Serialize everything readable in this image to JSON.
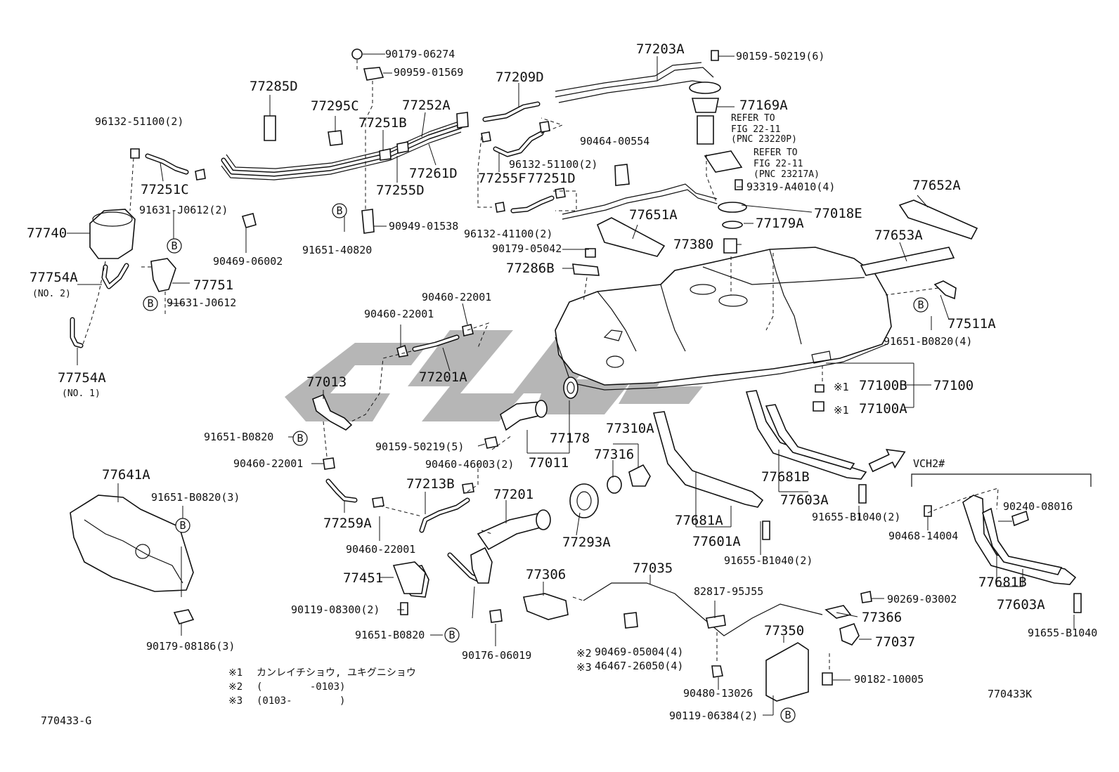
{
  "diagram": {
    "labels": [
      {
        "text": "77285D"
      },
      {
        "text": "77295C"
      },
      {
        "text": "77252A"
      },
      {
        "text": "77251B"
      },
      {
        "text": "77261D"
      },
      {
        "text": "77255D"
      },
      {
        "text": "77251C"
      },
      {
        "text": "77209D"
      },
      {
        "text": "77255F"
      },
      {
        "text": "77251D"
      },
      {
        "text": "77203A"
      },
      {
        "text": "77169A"
      },
      {
        "text": "77740"
      },
      {
        "text": "77754A"
      },
      {
        "text": "(NO. 2)"
      },
      {
        "text": "77754A"
      },
      {
        "text": "(NO. 1)"
      },
      {
        "text": "77751"
      },
      {
        "text": "77651A"
      },
      {
        "text": "77652A"
      },
      {
        "text": "77653A"
      },
      {
        "text": "77380"
      },
      {
        "text": "77179A"
      },
      {
        "text": "77018E"
      },
      {
        "text": "77286B"
      },
      {
        "text": "77511A"
      },
      {
        "text": "77013"
      },
      {
        "text": "77201A"
      },
      {
        "text": "77100B"
      },
      {
        "text": "77100"
      },
      {
        "text": "77100A"
      },
      {
        "text": "77178"
      },
      {
        "text": "77011"
      },
      {
        "text": "77310A"
      },
      {
        "text": "77316"
      },
      {
        "text": "77641A"
      },
      {
        "text": "77213B"
      },
      {
        "text": "77201"
      },
      {
        "text": "77293A"
      },
      {
        "text": "77681A"
      },
      {
        "text": "77601A"
      },
      {
        "text": "77681B"
      },
      {
        "text": "77603A"
      },
      {
        "text": "77259A"
      },
      {
        "text": "77451"
      },
      {
        "text": "77306"
      },
      {
        "text": "77035"
      },
      {
        "text": "77681B"
      },
      {
        "text": "77603A"
      },
      {
        "text": "77366"
      },
      {
        "text": "77350"
      },
      {
        "text": "77037"
      },
      {
        "text": "90179-06274"
      },
      {
        "text": "90959-01569"
      },
      {
        "text": "96132-51100(2)"
      },
      {
        "text": "91631-J0612(2)"
      },
      {
        "text": "90469-06002"
      },
      {
        "text": "91651-40820"
      },
      {
        "text": "90949-01538"
      },
      {
        "text": "96132-51100(2)"
      },
      {
        "text": "96132-41100(2)"
      },
      {
        "text": "90159-50219(6)"
      },
      {
        "text": "90464-00554"
      },
      {
        "text": "REFER TO"
      },
      {
        "text": "FIG 22-11"
      },
      {
        "text": "(PNC 23220P)"
      },
      {
        "text": "REFER TO"
      },
      {
        "text": "FIG 22-11"
      },
      {
        "text": "(PNC 23217A)"
      },
      {
        "text": "93319-A4010(4)"
      },
      {
        "text": "91631-J0612"
      },
      {
        "text": "90179-05042"
      },
      {
        "text": "90460-22001"
      },
      {
        "text": "90460-22001"
      },
      {
        "text": "91651-B0820(4)"
      },
      {
        "text": "91651-B0820"
      },
      {
        "text": "90159-50219(5)"
      },
      {
        "text": "90460-22001"
      },
      {
        "text": "90460-46003(2)"
      },
      {
        "text": "91651-B0820(3)"
      },
      {
        "text": "90460-22001"
      },
      {
        "text": "91655-B1040(2)"
      },
      {
        "text": "91655-B1040(2)"
      },
      {
        "text": "90240-08016"
      },
      {
        "text": "90468-14004"
      },
      {
        "text": "91655-B1040"
      },
      {
        "text": "90119-08300(2)"
      },
      {
        "text": "91651-B0820"
      },
      {
        "text": "90176-06019"
      },
      {
        "text": "82817-95J55"
      },
      {
        "text": "90269-03002"
      },
      {
        "text": "90469-05004(4)"
      },
      {
        "text": "46467-26050(4)"
      },
      {
        "text": "90480-13026"
      },
      {
        "text": "90182-10005"
      },
      {
        "text": "90119-06384(2)"
      },
      {
        "text": "90179-08186(3)"
      },
      {
        "text": "VCH2#"
      },
      {
        "text": "770433K"
      },
      {
        "text": "770433-G"
      }
    ],
    "bmarks": [
      "B",
      "B",
      "B",
      "B",
      "B",
      "B",
      "B",
      "B",
      "B",
      "B"
    ],
    "refs": [
      "※1",
      "※1",
      "※2",
      "※3"
    ],
    "notes": [
      {
        "mark": "※1",
        "text": "カンレイチショウ, ユキグニショウ"
      },
      {
        "mark": "※2",
        "text": "(        -0103)"
      },
      {
        "mark": "※3",
        "text": "(0103-        )"
      }
    ]
  }
}
